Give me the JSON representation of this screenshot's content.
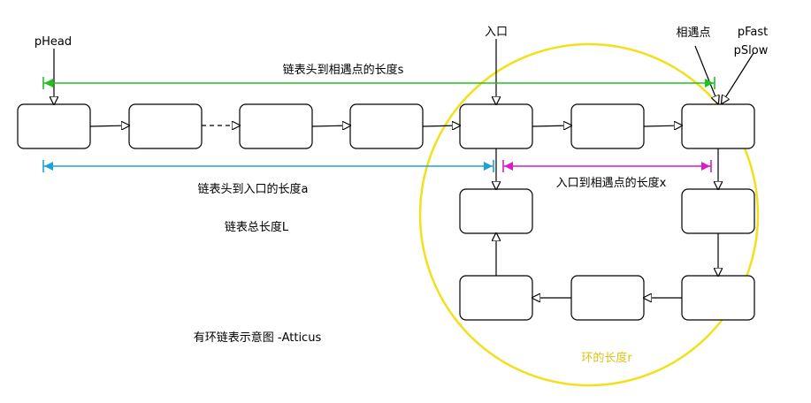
{
  "labels": {
    "phead": "pHead",
    "entry": "入口",
    "meet": "相遇点",
    "pfast": "pFast",
    "pslow": "pSlow",
    "s": "链表头到相遇点的长度s",
    "a": "链表头到入口的长度a",
    "x": "入口到相遇点的长度x",
    "L": "链表总长度L",
    "caption": "有环链表示意图 -Atticus",
    "r": "环的长度r"
  },
  "colors": {
    "green": "#1ec31e",
    "blue": "#1ba3d8",
    "magenta": "#d81bc8",
    "yellow": "#f2e01a"
  }
}
